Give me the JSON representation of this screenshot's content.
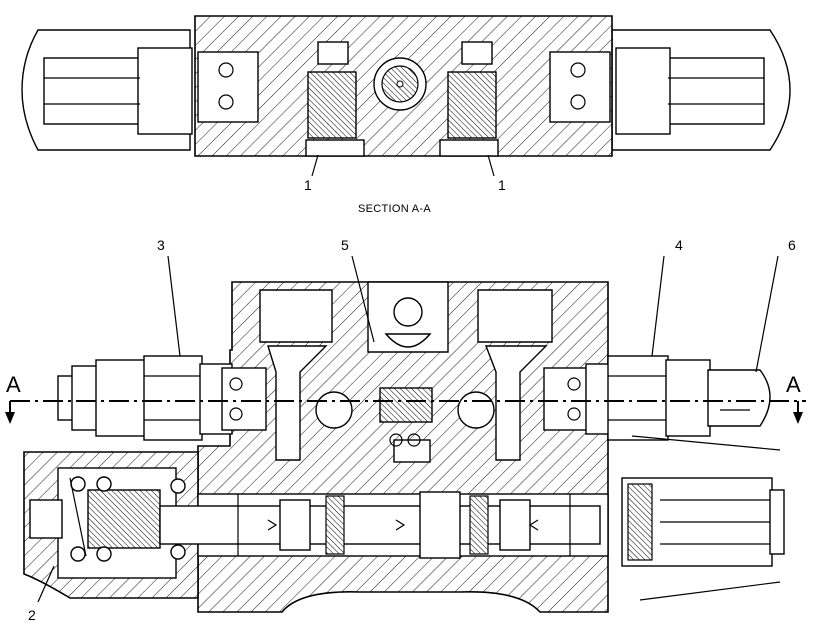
{
  "figure": {
    "top_view": {
      "caption": "SECTION A-A",
      "callouts": [
        "1",
        "1"
      ]
    },
    "main_view": {
      "callouts": [
        "2",
        "3",
        "4",
        "5",
        "6"
      ],
      "section_markers": [
        "A",
        "A"
      ]
    }
  }
}
